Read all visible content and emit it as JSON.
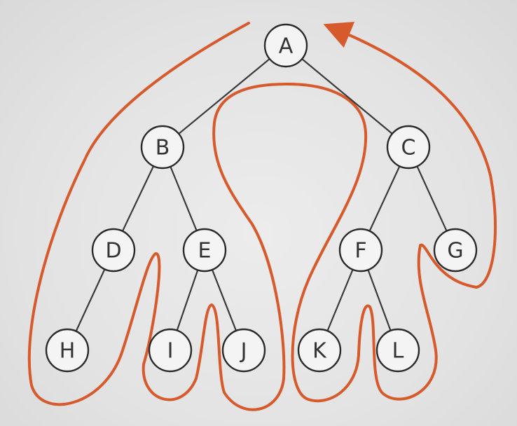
{
  "colors": {
    "traversal_path": "#d65a2c",
    "node_fill": "#f4f4f4",
    "node_stroke": "#2a2a2a",
    "edge": "#3a3a3a",
    "label": "#333333"
  },
  "tree": {
    "nodes": [
      {
        "id": "A",
        "label": "A"
      },
      {
        "id": "B",
        "label": "B"
      },
      {
        "id": "C",
        "label": "C"
      },
      {
        "id": "D",
        "label": "D"
      },
      {
        "id": "E",
        "label": "E"
      },
      {
        "id": "F",
        "label": "F"
      },
      {
        "id": "G",
        "label": "G"
      },
      {
        "id": "H",
        "label": "H"
      },
      {
        "id": "I",
        "label": "I"
      },
      {
        "id": "J",
        "label": "J"
      },
      {
        "id": "K",
        "label": "K"
      },
      {
        "id": "L",
        "label": "L"
      }
    ],
    "edges": [
      [
        "A",
        "B"
      ],
      [
        "A",
        "C"
      ],
      [
        "B",
        "D"
      ],
      [
        "B",
        "E"
      ],
      [
        "C",
        "F"
      ],
      [
        "C",
        "G"
      ],
      [
        "D",
        "H"
      ],
      [
        "E",
        "I"
      ],
      [
        "E",
        "J"
      ],
      [
        "F",
        "K"
      ],
      [
        "F",
        "L"
      ]
    ]
  },
  "traversal": {
    "start_node": "A",
    "end_node": "A",
    "arrow_at_end": true
  }
}
